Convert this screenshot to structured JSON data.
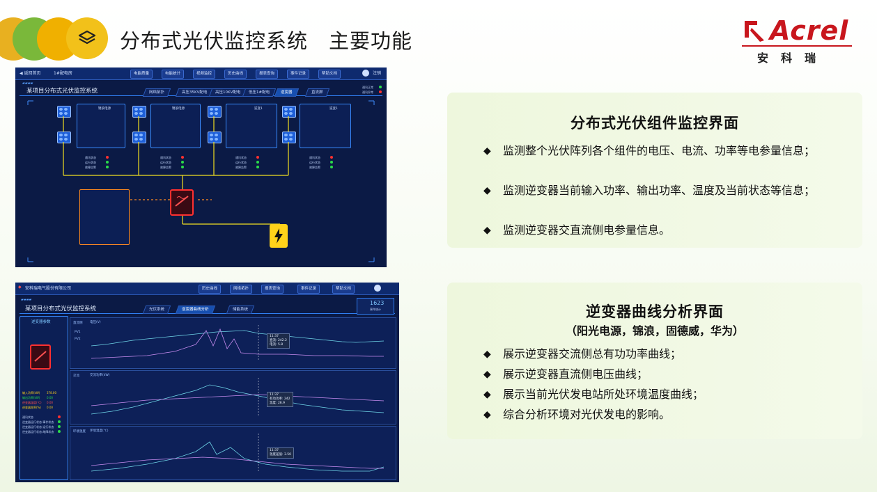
{
  "header": {
    "title": "分布式光伏监控系统　主要功能"
  },
  "logo": {
    "brand": "Acrel",
    "chinese": "安科瑞"
  },
  "shot1": {
    "back_btn": "返回首页",
    "location": "1#配电房",
    "nav": [
      "电能质量",
      "电能统计",
      "视频监控",
      "历史曲线",
      "报表查询",
      "事件记录",
      "帮助文档"
    ],
    "user": "注销",
    "system_title": "某项目分布式光伏监控系统",
    "tabs": [
      "网络拓扑",
      "高压35KV配电",
      "高压10KV配电",
      "低压1#配电",
      "逆变器",
      "直流屏"
    ],
    "active_tab": "逆变器",
    "status": [
      "通讯正常",
      "通讯异常"
    ],
    "inverters": [
      "锦浪电源",
      "锦浪电源",
      "逆变1",
      "逆变1"
    ],
    "alarms": [
      "通讯状态",
      "运行状态",
      "故障告警"
    ]
  },
  "shot2": {
    "company": "安科瑞电气股份有限公司",
    "nav": [
      "历史曲线",
      "网络拓扑",
      "报表查询",
      "事件记录",
      "帮助文档"
    ],
    "system_title": "某项目分布式光伏监控系统",
    "tabs": [
      "光伏系统",
      "逆变器曲线分析",
      "储能系统"
    ],
    "active_tab": "逆变器曲线分析",
    "counter": "1623",
    "counter_label": "事件统计",
    "side_title": "逆变器参数",
    "side_labels": [
      "输入功率(kW)",
      "输出功率(kW)",
      "逆变器温度(℃)",
      "逆变器效率(%)"
    ],
    "side_values": [
      "378.00",
      "0.00",
      "0.00",
      "0.00"
    ],
    "side_alarms": [
      "通讯状态",
      "逆变器运行状态:事件状态",
      "逆变器运行状态:运行状态",
      "逆变器运行状态:故障状态"
    ],
    "charts": [
      {
        "label": "直流侧",
        "ytitle": "电压(V)",
        "legend": [
          "PV1",
          "PV2"
        ],
        "tip_time": "11:37",
        "tip": [
          "直流: 242.2",
          "电流: 5.8"
        ]
      },
      {
        "label": "交流",
        "ytitle": "交流功率(kW)",
        "tip_time": "11:37",
        "tip": [
          "有功功率: 242",
          "温度: 26.9"
        ]
      },
      {
        "label": "环境温度",
        "ytitle": "环境温度(℃)",
        "tip_time": "11:37",
        "tip": [
          "温度差值: 3.50"
        ]
      }
    ]
  },
  "box1": {
    "title": "分布式光伏组件监控界面",
    "bullets": [
      "监测整个光伏阵列各个组件的电压、电流、功率等电参量信息；",
      "监测逆变器当前输入功率、输出功率、温度及当前状态等信息；",
      "监测逆变器交直流侧电参量信息。"
    ]
  },
  "box2": {
    "title": "逆变器曲线分析界面",
    "subtitle": "（阳光电源，锦浪，固德威，华为）",
    "bullets": [
      "展示逆变器交流侧总有功功率曲线；",
      "展示逆变器直流侧电压曲线；",
      "展示当前光伏发电站所处环境温度曲线；",
      "综合分析环境对光伏发电的影响。"
    ]
  },
  "colors": {
    "accent_red": "#c8161d",
    "panel_bg": "#eef7dd",
    "screen_bg": "#0b1a45"
  }
}
